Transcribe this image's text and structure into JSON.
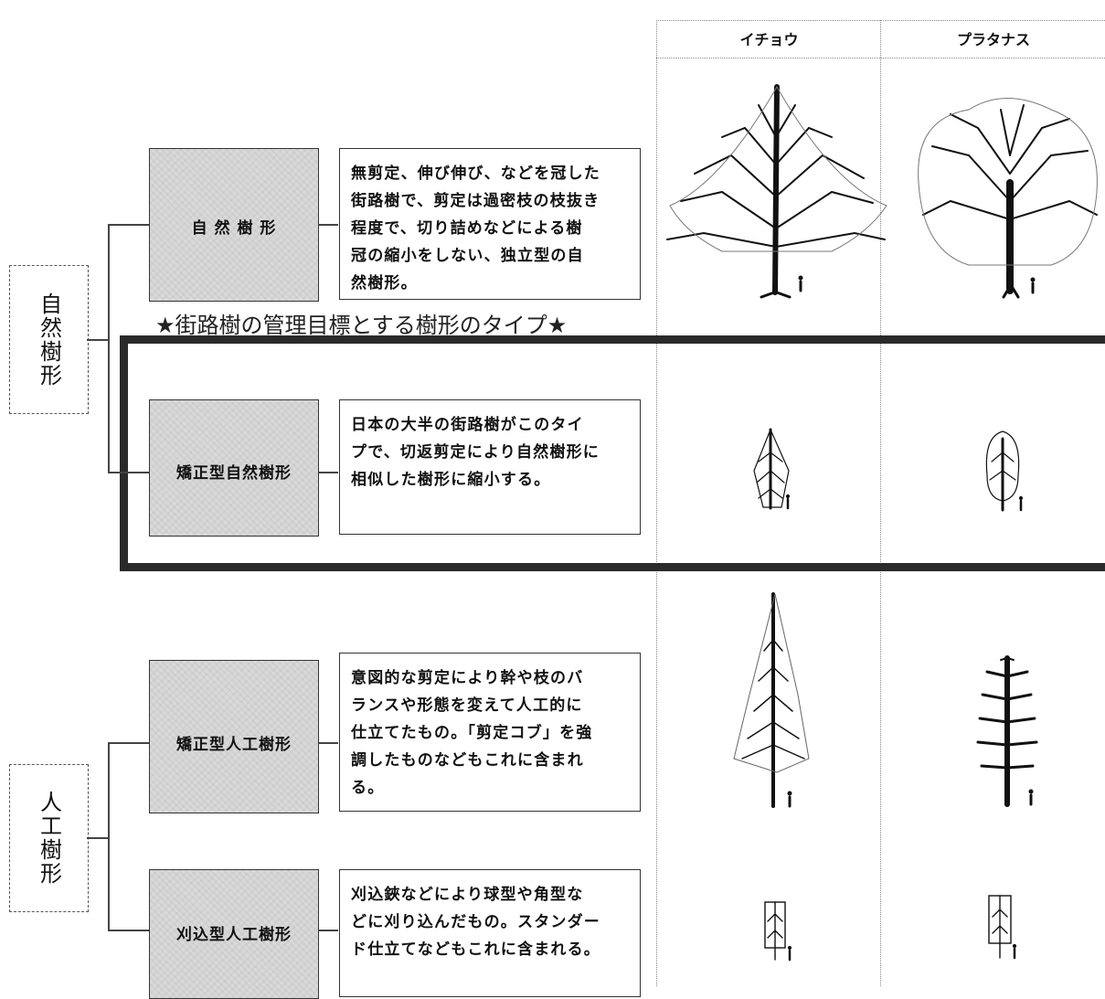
{
  "columns": {
    "ginkgo": "イチョウ",
    "platanus": "プラタナス"
  },
  "banner": "★街路樹の管理目標とする樹形のタイプ★",
  "categories": {
    "natural": "自然樹形",
    "artificial": "人工樹形"
  },
  "rows": [
    {
      "label": "自 然 樹 形",
      "description": [
        "無剪定、伸び伸び、などを冠した",
        "街路樹で、剪定は過密枝の枝抜き",
        "程度で、切り詰めなどによる樹",
        "冠の縮小をしない、独立型の自",
        "然樹形。"
      ]
    },
    {
      "label": "矯正型自然樹形",
      "description": [
        "日本の大半の街路樹がこのタイ",
        "プで、切返剪定により自然樹形に",
        "相似した樹形に縮小する。"
      ]
    },
    {
      "label": "矯正型人工樹形",
      "description": [
        "意図的な剪定により幹や枝のバ",
        "ランスや形態を変えて人工的に",
        "仕立てたもの。「剪定コブ」を強",
        "調したものなどもこれに含まれ",
        "る。"
      ]
    },
    {
      "label": "刈込型人工樹形",
      "description": [
        "刈込鋏などにより球型や角型な",
        "どに刈り込んだもの。スタンダー",
        "ド仕立てなどもこれに含まれる。"
      ]
    }
  ],
  "colors": {
    "frame": "#2a2a2a",
    "box_fill": "#d9d9d9",
    "line": "#444444"
  }
}
